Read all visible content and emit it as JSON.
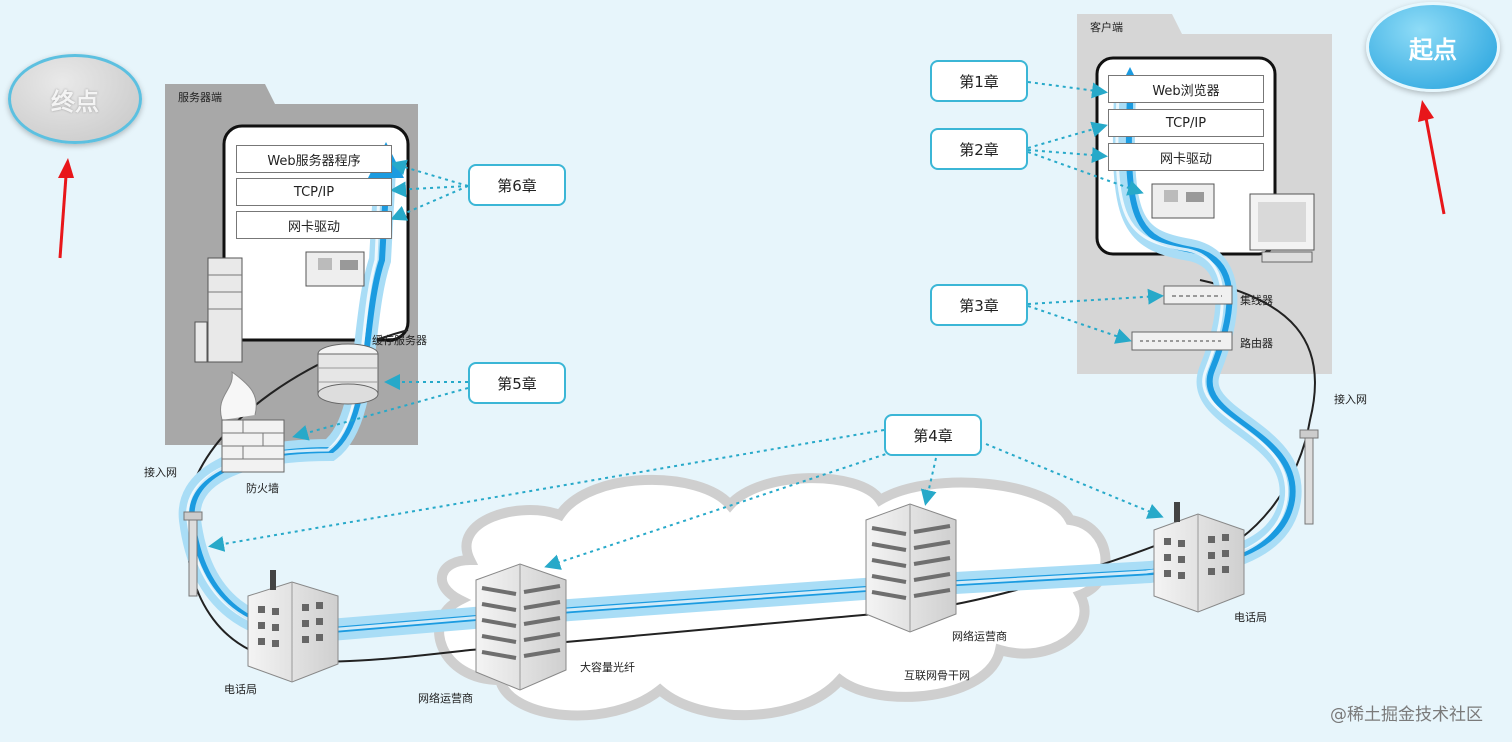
{
  "markers": {
    "end": "终点",
    "start": "起点"
  },
  "server": {
    "panel_title": "服务器端",
    "layers": [
      "Web服务器程序",
      "TCP/IP",
      "网卡驱动"
    ],
    "cache_server": "缓存服务器",
    "firewall": "防火墙",
    "access_network": "接入网"
  },
  "client": {
    "panel_title": "客户端",
    "layers": [
      "Web浏览器",
      "TCP/IP",
      "网卡驱动"
    ],
    "hub": "集线器",
    "router": "路由器",
    "access_network": "接入网"
  },
  "chapters": {
    "ch1": "第1章",
    "ch2": "第2章",
    "ch3": "第3章",
    "ch4": "第4章",
    "ch5": "第5章",
    "ch6": "第6章"
  },
  "network": {
    "phone_office_left": "电话局",
    "phone_office_right": "电话局",
    "isp_left": "网络运营商",
    "isp_right": "网络运营商",
    "fiber": "大容量光纤",
    "backbone": "互联网骨干网"
  },
  "watermark": "@稀土掘金技术社区",
  "colors": {
    "background": "#e7f5fb",
    "path_dark": "#1b9be0",
    "path_light": "#a9ddf6",
    "chapter_border": "#3bb6d6",
    "arrow_red": "#e8161a",
    "server_panel": "#a8a8a8",
    "client_panel": "#d6d6d6"
  }
}
